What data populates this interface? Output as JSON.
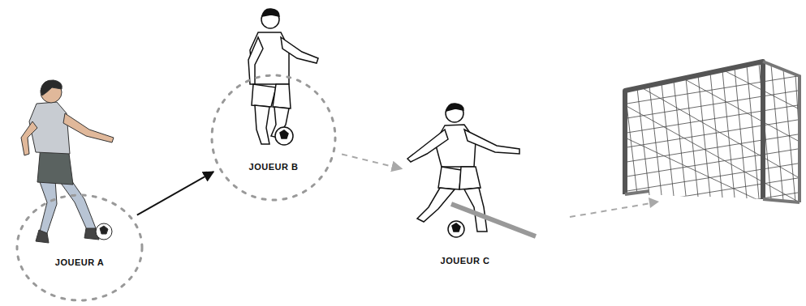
{
  "diagram": {
    "nodes": [
      {
        "text": [
          "JOUEUR A"
        ]
      },
      {
        "text": [
          "JOUEUR B"
        ]
      },
      {
        "text": [
          "JOUEUR C"
        ]
      }
    ],
    "edges": [
      {
        "from": 0,
        "to": 1,
        "arrow": "to"
      },
      {
        "from": 1,
        "to": 2,
        "arrow": "to"
      }
    ]
  }
}
